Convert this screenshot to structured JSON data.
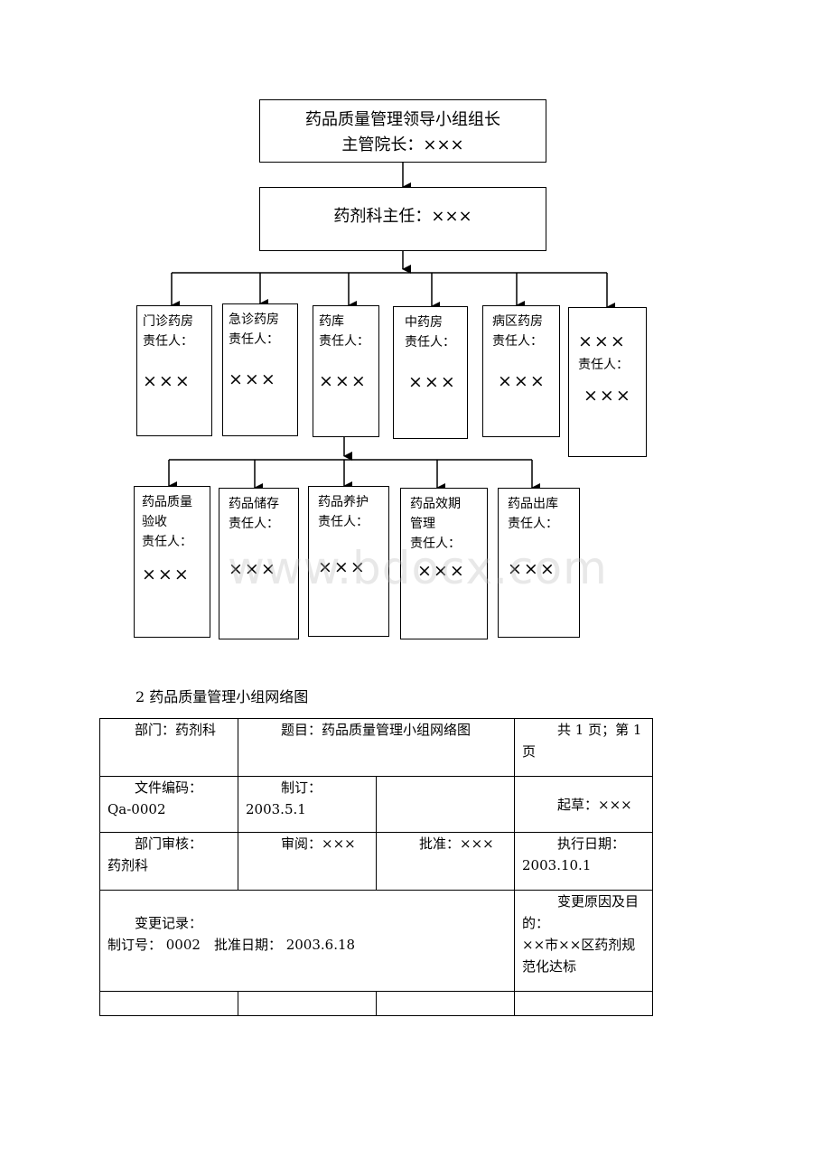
{
  "org_chart": {
    "leader": {
      "title": "药品质量管理领导小组组长",
      "subtitle": "主管院长：×××"
    },
    "director": "药剂科主任：×××",
    "level2": [
      {
        "name": "门诊药房",
        "role": "责任人：",
        "person": "×××"
      },
      {
        "name": "急诊药房",
        "role": "责任人：",
        "person": "×××"
      },
      {
        "name": "药库",
        "role": "责任人：",
        "person": "×××"
      },
      {
        "name": "中药房",
        "role": "责任人：",
        "person": "×××"
      },
      {
        "name": "病区药房",
        "role": "责任人：",
        "person": "×××"
      },
      {
        "name": "×××",
        "role": "责任人：",
        "person": "×××"
      }
    ],
    "level3": [
      {
        "name": "药品质量",
        "name2": "验收",
        "role": "责任人：",
        "person": "×××"
      },
      {
        "name": "药品储存",
        "role": "责任人：",
        "person": "×××"
      },
      {
        "name": "药品养护",
        "role": "责任人：",
        "person": "×××"
      },
      {
        "name": "药品效期",
        "name2": "管理",
        "role": "责任人：",
        "person": "×××"
      },
      {
        "name": "药品出库",
        "role": "责任人：",
        "person": "×××"
      }
    ]
  },
  "watermark": "www.bdocx.com",
  "caption": "2 药品质量管理小组网络图",
  "doc_table": {
    "dept": "部门：药剂科",
    "subject": "题目：药品质量管理小组网络图",
    "pages": "共 1 页；第 1 页",
    "code_label": "文件编码：",
    "code_value": "Qa-0002",
    "revise_label": "制订：",
    "revise_value": "2003.5.1",
    "draft": "起草：×××",
    "dept_review_label": "部门审核：",
    "dept_review_value": "药剂科",
    "review": "审阅：×××",
    "approve": "批准：×××",
    "exec_label": "执行日期：",
    "exec_value": "2003.10.1",
    "change_label": "变更记录：",
    "change_detail": "制订号： 0002　批准日期： 2003.6.18",
    "reason_label": "变更原因及目的：",
    "reason_value": "××市××区药剂规范化达标"
  }
}
